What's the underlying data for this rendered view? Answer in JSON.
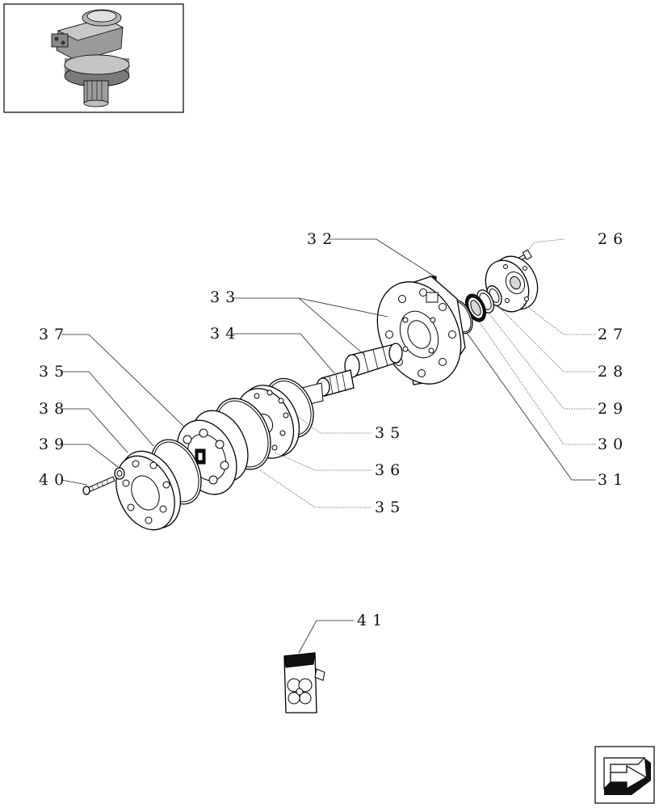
{
  "callouts": {
    "c26": "26",
    "c27": "27",
    "c28": "28",
    "c29": "29",
    "c30": "30",
    "c31": "31",
    "c32": "32",
    "c33": "33",
    "c34": "34",
    "c35a": "35",
    "c35b": "35",
    "c35c": "35",
    "c36": "36",
    "c37": "37",
    "c38": "38",
    "c39": "39",
    "c40": "40",
    "c41": "41"
  },
  "icons": {
    "thumbnail": "assembly-thumbnail-icon",
    "next_page": "next-page-arrow-icon",
    "kit": "seal-kit-icon"
  }
}
